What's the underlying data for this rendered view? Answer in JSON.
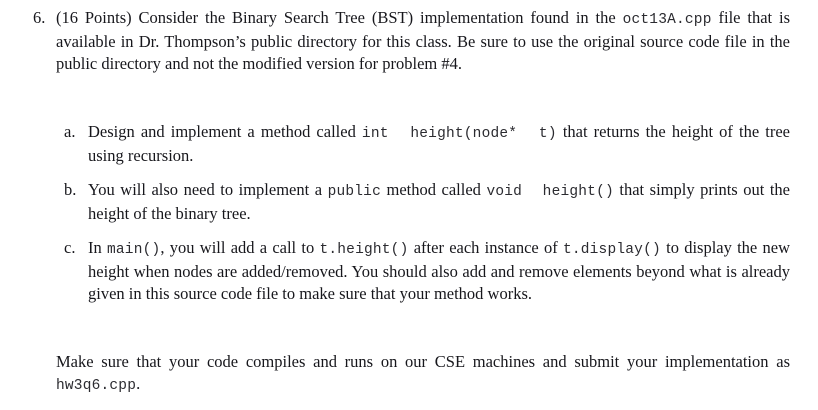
{
  "document": {
    "type": "assignment-problem",
    "background_color": "#ffffff",
    "text_color": "#17171c",
    "code_color": "#2b2b30"
  },
  "problem": {
    "marker": "6.",
    "points_label": "(16 Points)",
    "text_before_code": "(16 Points) Consider the Binary Search Tree (BST) implementation found in the ",
    "code_filename": "oct13A.cpp",
    "text_after_code": " file that is available in Dr. Thompson’s public directory for this class. Be sure to use the original source code file in the public directory and not the modified version for problem #4."
  },
  "subitems": [
    {
      "marker": "a.",
      "part1": "Design and implement a method called ",
      "code1": "int  height(node*  t)",
      "part2": "  that returns the height of the tree using recursion."
    },
    {
      "marker": "b.",
      "part1": "You will also need to implement a ",
      "code1": "public",
      "part2": " method called ",
      "code2": "void  height()",
      "part3": " that simply prints out the height of the binary tree."
    },
    {
      "marker": "c.",
      "part1": "In ",
      "code1": "main()",
      "part2": ", you will add a call to ",
      "code2": "t.height()",
      "part3": "  after each instance of ",
      "code3": "t.display()",
      "part4": " to display the new height when nodes are added/removed. You should also add and remove elements beyond what is already given in this source code file to make sure that your method works."
    }
  ],
  "closing": {
    "part1": "Make sure that your code compiles and runs on our CSE machines and submit your implementation as ",
    "code1": "hw3q6.cpp",
    "part2": "."
  }
}
